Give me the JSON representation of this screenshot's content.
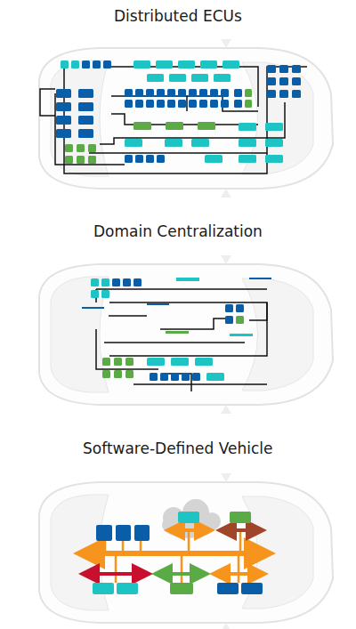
{
  "diagram": {
    "labels": [
      "Distributed ECUs",
      "Domain Centralization",
      "Software-Defined Vehicle"
    ]
  }
}
